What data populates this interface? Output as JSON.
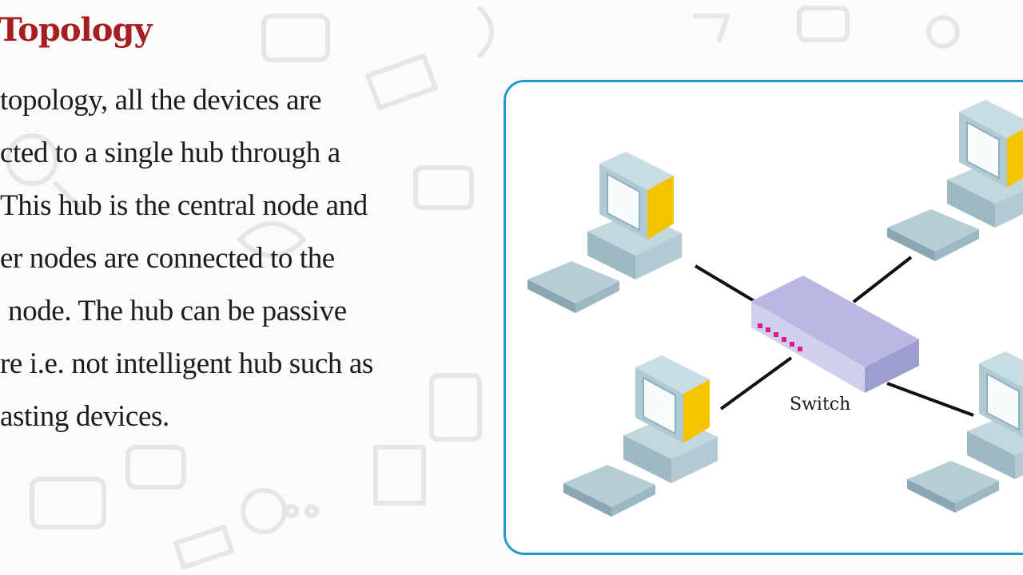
{
  "slide": {
    "title": "Topology",
    "lines": [
      "topology, all the devices are",
      "cted to a single hub through a",
      "This hub is the central node and",
      "er nodes are connected to the",
      "node. The hub can be passive",
      "re i.e. not intelligent hub such as",
      "asting devices."
    ]
  },
  "diagram": {
    "hub_label": "Switch",
    "colors": {
      "frame_border": "#1f9ad6",
      "hub_top": "#b8b8e2",
      "hub_port": "#e0188a",
      "monitor_body": "#a9c3cc",
      "monitor_accent": "#f5c400",
      "cable": "#111111",
      "title_red": "#a51e22"
    },
    "nodes": [
      "computer-top-left",
      "computer-top-right",
      "computer-bottom-left",
      "computer-bottom-right"
    ]
  }
}
